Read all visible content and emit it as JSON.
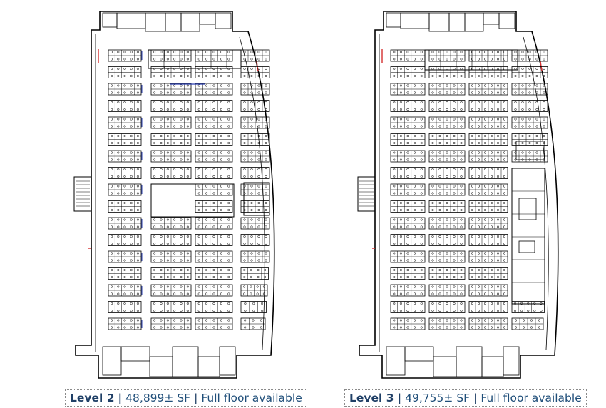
{
  "plans": [
    {
      "level": "Level 2",
      "area": "48,899± SF",
      "availability": "Full floor available"
    },
    {
      "level": "Level 3",
      "area": "49,755± SF",
      "availability": "Full floor available"
    }
  ],
  "colors": {
    "caption_text": "#1f4e79",
    "plan_line": "#000000",
    "accent_blue": "#2a3fb0",
    "accent_red": "#d43030"
  }
}
